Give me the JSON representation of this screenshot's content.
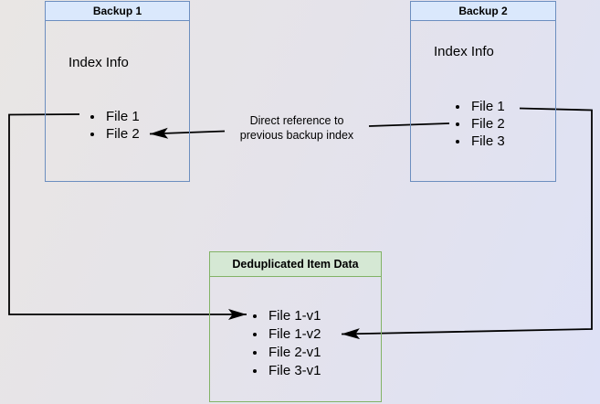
{
  "diagram": {
    "backup1": {
      "title": "Backup 1",
      "subtitle": "Index Info",
      "files": [
        "File 1",
        "File 2"
      ]
    },
    "backup2": {
      "title": "Backup 2",
      "subtitle": "Index Info",
      "files": [
        "File 1",
        "File 2",
        "File 3"
      ]
    },
    "dedup": {
      "title": "Deduplicated Item Data",
      "items": [
        "File 1-v1",
        "File 1-v2",
        "File 2-v1",
        "File 3-v1"
      ]
    },
    "annotation": {
      "text": "Direct reference to\nprevious backup index"
    },
    "colors": {
      "backup_header_bg": "#dae8fc",
      "backup_border": "#6c8ebf",
      "dedup_header_bg": "#d5e8d4",
      "dedup_border": "#82b366",
      "arrow": "#000000",
      "background_left": "#e9e6e4",
      "background_right": "#dee1f6"
    }
  }
}
